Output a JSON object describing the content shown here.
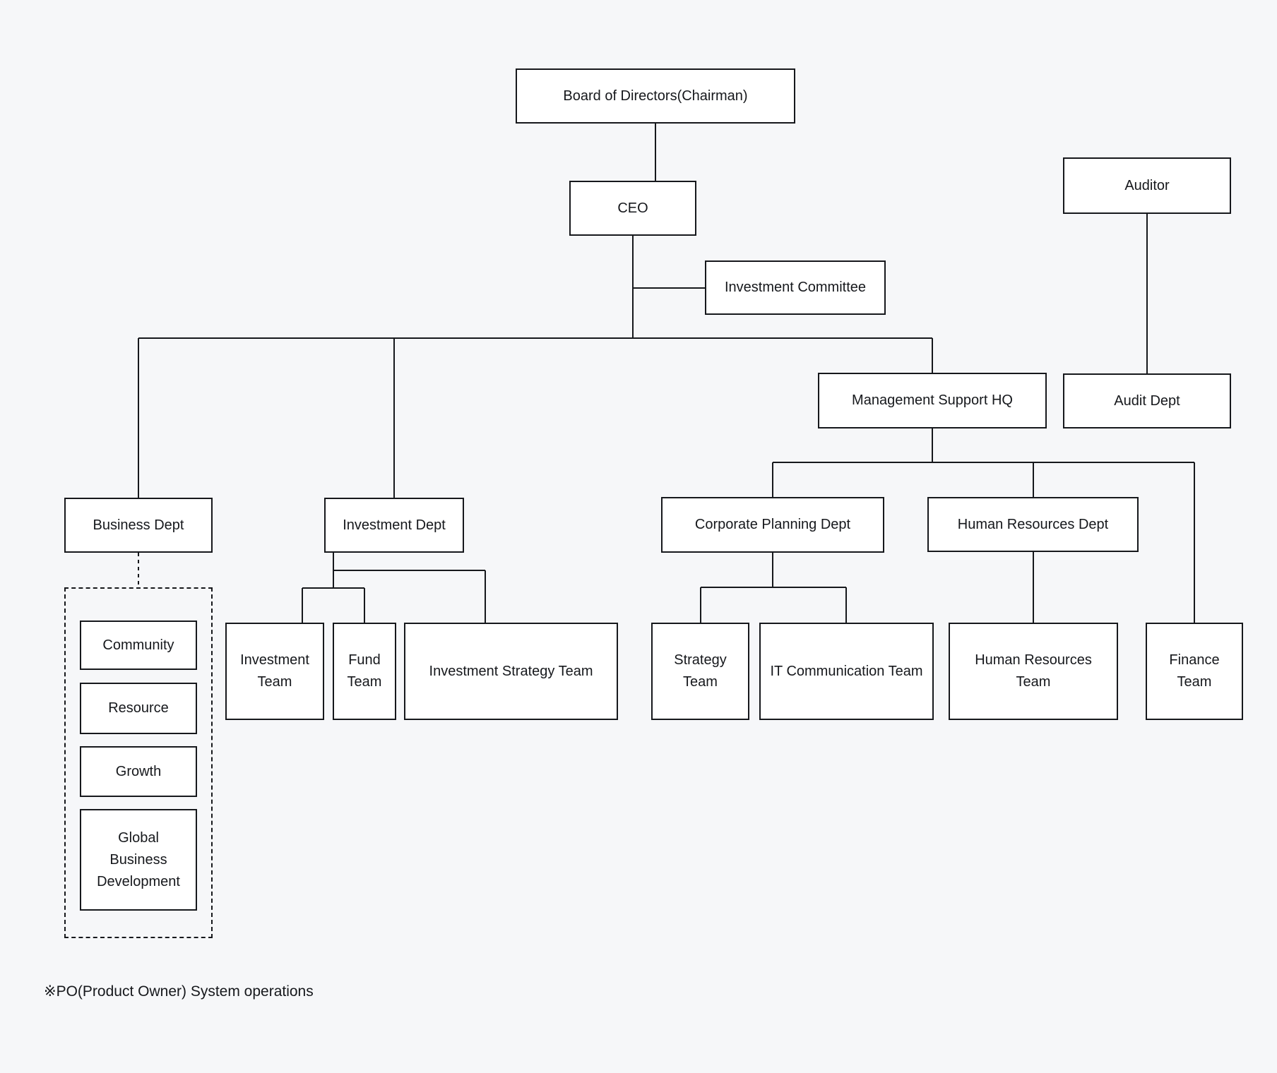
{
  "diagram": {
    "nodes": {
      "board": {
        "label": "Board of Directors(Chairman)"
      },
      "ceo": {
        "label": "CEO"
      },
      "investment_committee": {
        "label": "Investment Committee"
      },
      "auditor": {
        "label": "Auditor"
      },
      "audit_dept": {
        "label": "Audit Dept"
      },
      "management_support_hq": {
        "label": "Management Support HQ"
      },
      "business_dept": {
        "label": "Business Dept"
      },
      "investment_dept": {
        "label": "Investment Dept"
      },
      "corporate_planning_dept": {
        "label": "Corporate Planning Dept"
      },
      "human_resources_dept": {
        "label": "Human Resources Dept"
      },
      "community": {
        "label": "Community"
      },
      "resource": {
        "label": "Resource"
      },
      "growth": {
        "label": "Growth"
      },
      "global_business_development": {
        "label": "Global Business Development"
      },
      "investment_team": {
        "label": "Investment Team"
      },
      "fund_team": {
        "label": "Fund Team"
      },
      "investment_strategy_team": {
        "label": "Investment Strategy Team"
      },
      "strategy_team": {
        "label": "Strategy Team"
      },
      "it_communication_team": {
        "label": "IT Communication Team"
      },
      "human_resources_team": {
        "label": "Human Resources Team"
      },
      "finance_team": {
        "label": "Finance Team"
      }
    },
    "footnote": "※PO(Product Owner) System operations",
    "colors": {
      "background": "#f6f7f9",
      "box_fill": "#ffffff",
      "line": "#16181c",
      "text": "#16181c"
    }
  }
}
